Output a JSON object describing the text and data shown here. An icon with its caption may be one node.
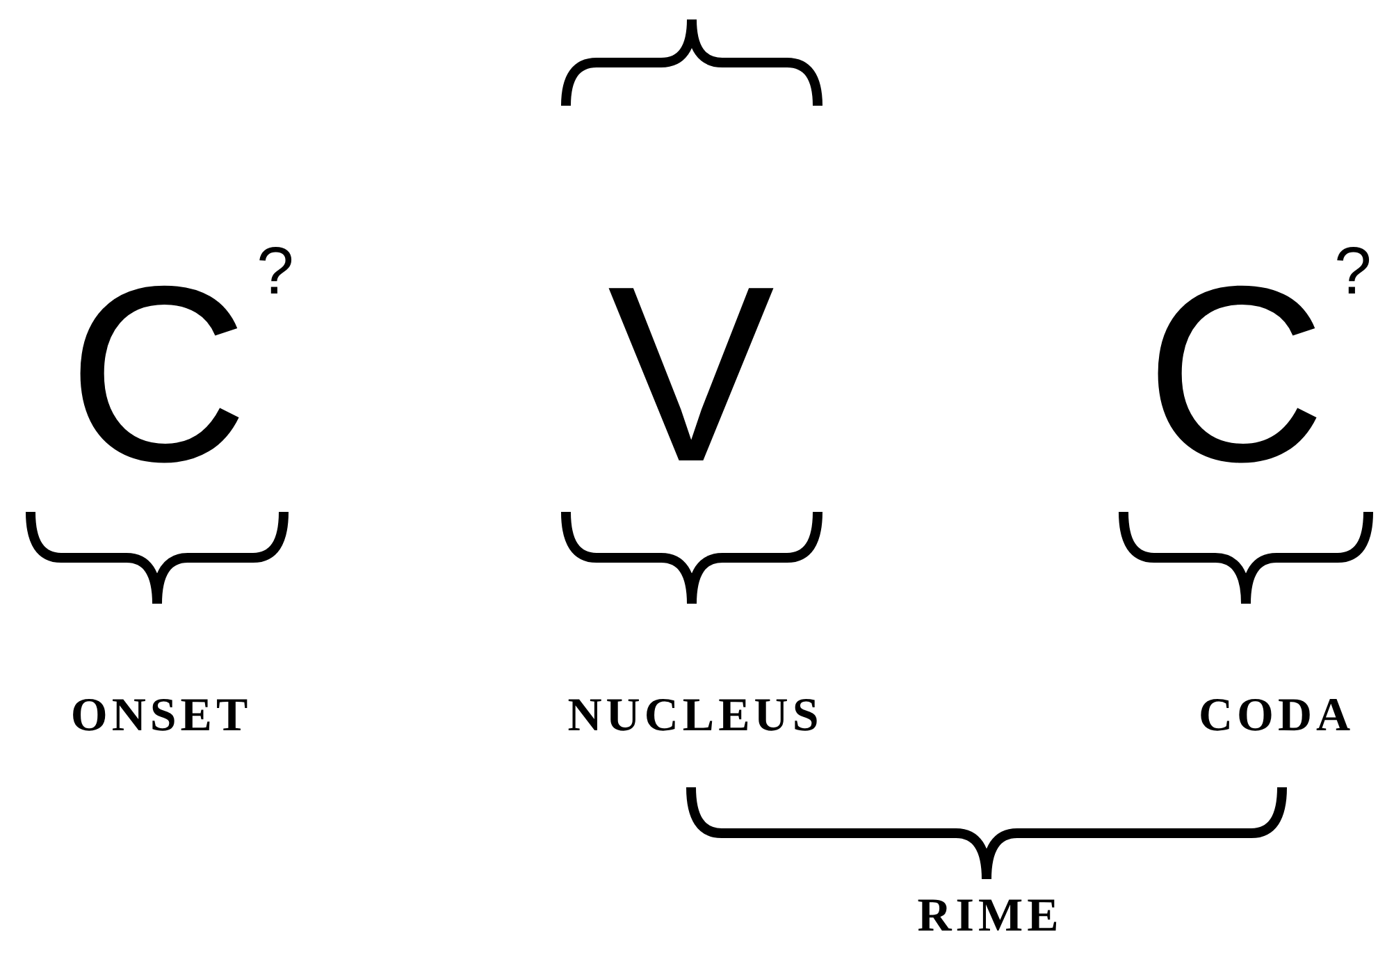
{
  "diagram": {
    "labels": [
      "C$^{?}$",
      "V",
      "C$^{?}$",
      "ONSET",
      "NUCLEUS",
      "CODA",
      "RIME"
    ]
  }
}
